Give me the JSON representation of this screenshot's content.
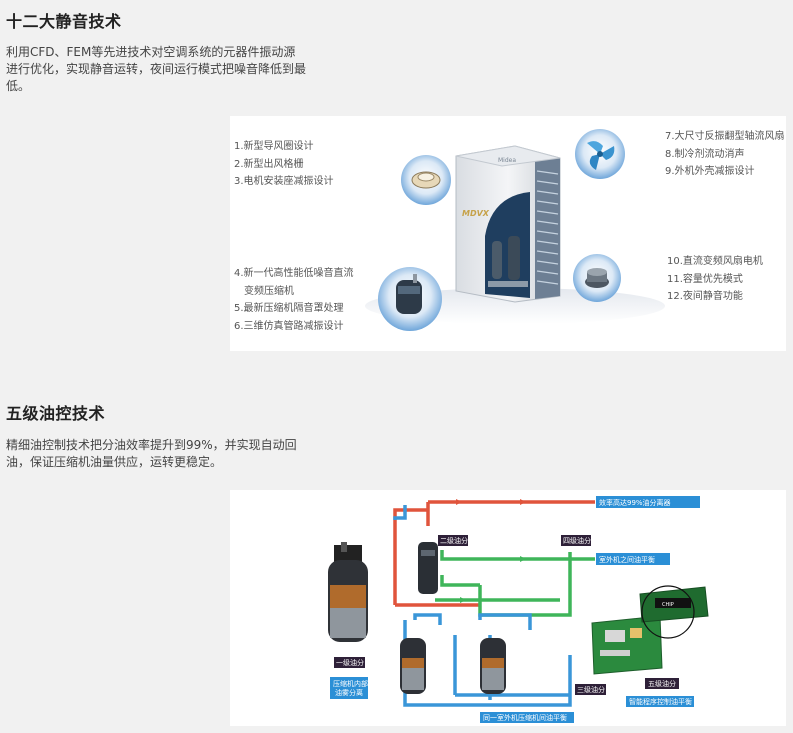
{
  "section1": {
    "title": "十二大静音技术",
    "description": "利用CFD、FEM等先进技术对空调系统的元器件振动源进行优化，实现静音运转，夜间运行模式把噪音降低到最低。",
    "unit_logo": "Midea",
    "unit_badge": "MDVX",
    "features_left_top": [
      "1.新型导风圈设计",
      "2.新型出风格栅",
      "3.电机安装座减振设计"
    ],
    "features_left_bottom": [
      "4.新一代高性能低噪音直流",
      "变频压缩机",
      "5.最新压缩机隔音罩处理",
      "6.三维仿真管路减振设计"
    ],
    "features_right_top": [
      "7.大尺寸反振翻型轴流风扇",
      "8.制冷剂流动消声",
      "9.外机外壳减振设计"
    ],
    "features_right_bottom": [
      "10.直流变频风扇电机",
      "11.容量优先模式",
      "12.夜间静音功能"
    ]
  },
  "section2": {
    "title": "五级油控技术",
    "description": "精细油控制技术把分油效率提升到99%，并实现自动回油，保证压缩机油量供应，运转更稳定。",
    "labels": {
      "efficiency": "效率高达99%油分离器",
      "level2": "二级油分",
      "level4": "四级油分",
      "outdoor_balance": "室外机之间油平衡",
      "level1": "一级油分",
      "compressor_sep": [
        "压缩机内部",
        "油雾分离"
      ],
      "level3": "三级油分",
      "same_outdoor": "同一室外机压缩机间油平衡",
      "level5": "五级油分",
      "smart_program": "智能程序控制油平衡"
    }
  },
  "colors": {
    "accent_blue": "#2b8fd6",
    "dark_badge": "#2e2038",
    "pipe_red": "#e0543c",
    "pipe_green": "#3fb55a",
    "pipe_blue": "#3a96d8"
  }
}
